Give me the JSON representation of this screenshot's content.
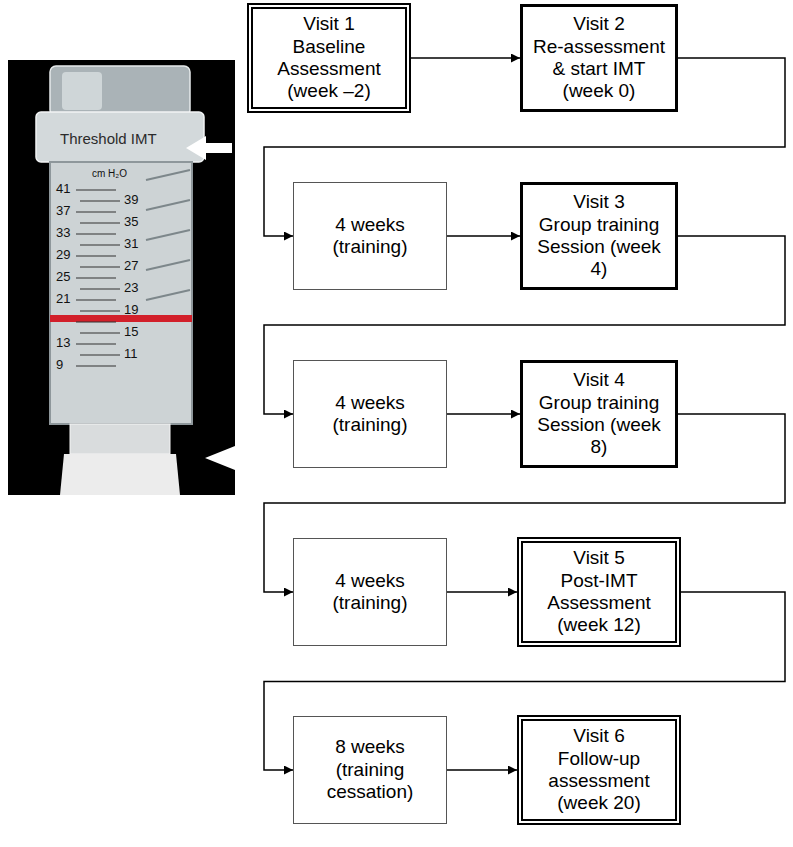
{
  "diagram": {
    "nodes": [
      {
        "text": [
          "Visit 1",
          "Baseline Assessment (week –2)"
        ]
      },
      {
        "text": [
          "Visit 2",
          "Re-assessment & start IMT (week 0)"
        ]
      },
      {
        "text": [
          "4 weeks (training)"
        ]
      },
      {
        "text": [
          "Visit 3",
          "Group training Session (week 4)"
        ]
      },
      {
        "text": [
          "4 weeks (training)"
        ]
      },
      {
        "text": [
          "Visit 4",
          "Group training Session (week 8)"
        ]
      },
      {
        "text": [
          "4 weeks (training)"
        ]
      },
      {
        "text": [
          "Visit 5",
          "Post-IMT Assessment (week 12)"
        ]
      },
      {
        "text": [
          "8 weeks (training cessation)"
        ]
      },
      {
        "text": [
          "Visit 6",
          "Follow-up assessment (week 20)"
        ]
      }
    ],
    "edges": [
      {
        "from": 0,
        "to": 1,
        "arrow": "to"
      },
      {
        "from": 1,
        "to": 2,
        "arrow": "to"
      },
      {
        "from": 2,
        "to": 3,
        "arrow": "to"
      },
      {
        "from": 3,
        "to": 4,
        "arrow": "to"
      },
      {
        "from": 4,
        "to": 5,
        "arrow": "to"
      },
      {
        "from": 5,
        "to": 6,
        "arrow": "to"
      },
      {
        "from": 6,
        "to": 7,
        "arrow": "to"
      },
      {
        "from": 7,
        "to": 8,
        "arrow": "to"
      },
      {
        "from": 8,
        "to": 9,
        "arrow": "to"
      }
    ],
    "labels": [
      "Threshold IMT",
      "cm H₂O",
      "41",
      "37",
      "33",
      "29",
      "25",
      "21",
      "13",
      "9",
      "39",
      "35",
      "31",
      "27",
      "23",
      "19",
      "15",
      "11"
    ]
  }
}
